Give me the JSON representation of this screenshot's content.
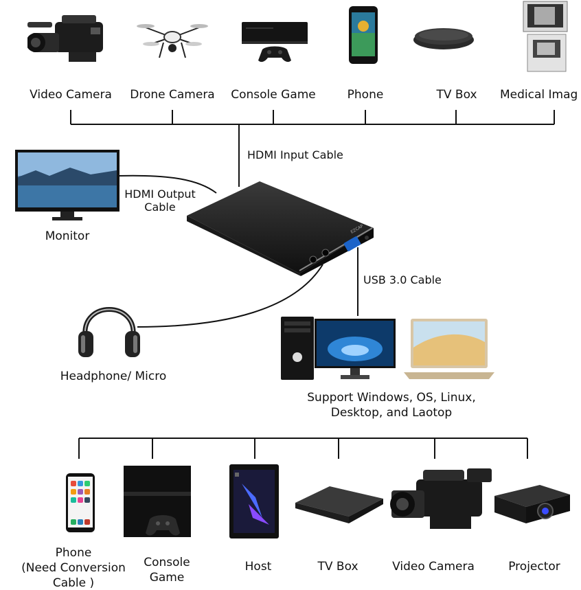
{
  "top_sources": [
    "Video Camera",
    "Drone Camera",
    "Console Game",
    "Phone",
    "TV Box",
    "Medical Imag"
  ],
  "cables": {
    "hdmi_input": "HDMI Input Cable",
    "hdmi_output_line1": "HDMI Output",
    "hdmi_output_line2": "Cable",
    "usb": "USB 3.0 Cable"
  },
  "device_brand": "EZCAP",
  "monitor_label": "Monitor",
  "headphone_label": "Headphone/ Micro",
  "support": {
    "line1": "Support Windows, OS, Linux,",
    "line2": "Desktop, and Laotop"
  },
  "bottom_targets": {
    "phone_line1": "Phone",
    "phone_line2": "(Need Conversion",
    "phone_line3": "Cable )",
    "console_line1": "Console",
    "console_line2": "Game",
    "host": "Host",
    "tvbox": "TV Box",
    "video_camera": "Video Camera",
    "projector": "Projector"
  }
}
